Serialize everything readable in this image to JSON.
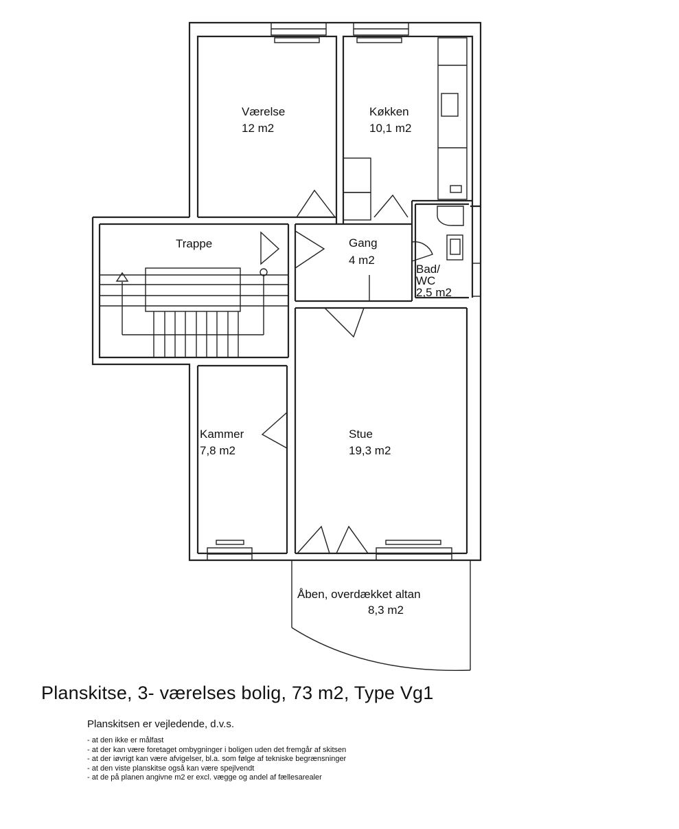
{
  "rooms": {
    "vaerelse": {
      "name": "Værelse",
      "area": "12 m2"
    },
    "koekken": {
      "name": "Køkken",
      "area": "10,1 m2"
    },
    "trappe": {
      "name": "Trappe"
    },
    "gang": {
      "name": "Gang",
      "area": "4 m2"
    },
    "bad": {
      "name_line1": "Bad/",
      "name_line2": "WC",
      "area": "2,5 m2"
    },
    "kammer": {
      "name": "Kammer",
      "area": "7,8 m2"
    },
    "stue": {
      "name": "Stue",
      "area": "19,3 m2"
    },
    "altan": {
      "name": "Åben, overdækket altan",
      "area": "8,3 m2"
    }
  },
  "caption": "Planskitse, 3- værelses bolig, 73 m2, Type Vg1",
  "notes": {
    "heading": "Planskitsen er vejledende, d.v.s.",
    "items": [
      "- at den ikke er målfast",
      "- at der kan være foretaget ombygninger i boligen uden det fremgår af skitsen",
      "- at der iøvrigt kan være afvigelser, bl.a. som følge af tekniske begrænsninger",
      "- at den viste planskitse også kan være spejlvendt",
      "- at de på planen angivne m2 er excl. vægge og andel af fællesarealer"
    ]
  }
}
